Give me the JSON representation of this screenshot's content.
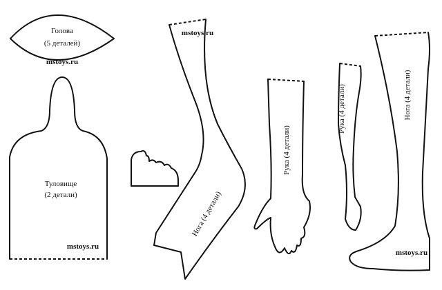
{
  "pattern": {
    "watermark": "mstoys.ru",
    "pieces": {
      "head": {
        "title": "Голова",
        "count": "(5 деталей)"
      },
      "torso": {
        "title": "Туловище",
        "count": "(2 детали)"
      },
      "leg_left": {
        "label": "Нога (4 детали)"
      },
      "arm_middle": {
        "label": "Рука (4 детали)"
      },
      "arm_right": {
        "label": "Рука (4 детали)"
      },
      "leg_right": {
        "label": "Нога (4 детали)"
      }
    }
  }
}
